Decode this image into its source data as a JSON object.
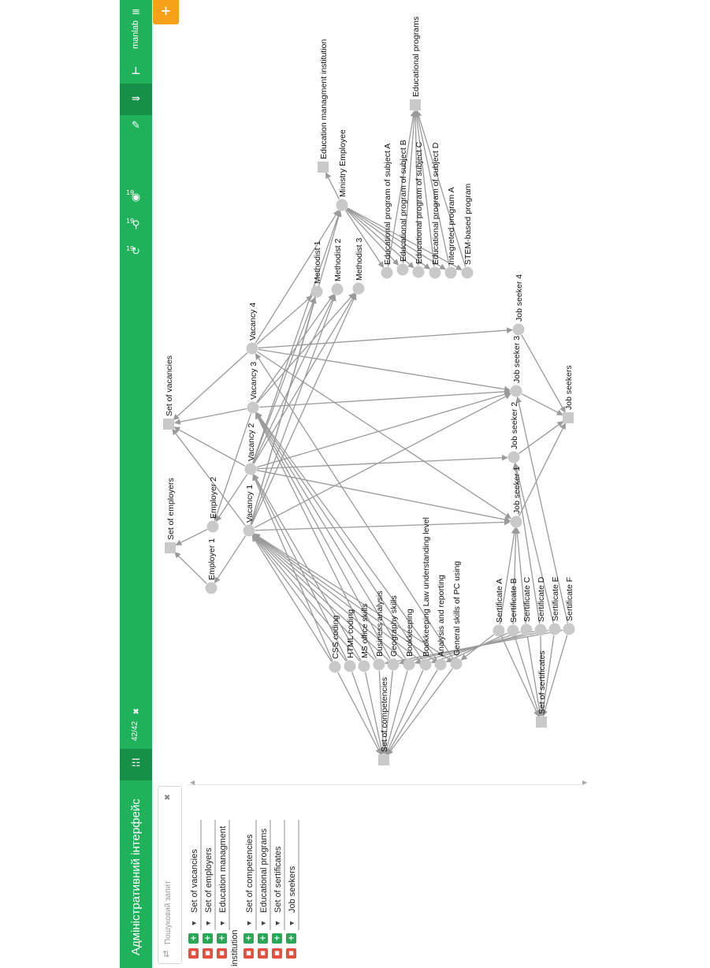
{
  "header": {
    "app_title": "Адміністративний інтерфейс",
    "results_count": "42/42",
    "user_name": "manlab",
    "badge_refresh": "19",
    "badge_search": "19",
    "badge_view": "19"
  },
  "search": {
    "placeholder": "Пошуковий запит"
  },
  "tree": {
    "items": [
      {
        "label": "Set of vacancies"
      },
      {
        "label": "Set of employers"
      },
      {
        "label": "Education managment",
        "label2": "institution"
      },
      {
        "label": "Set of competencies"
      },
      {
        "label": "Educational programs"
      },
      {
        "label": "Set of sertificates"
      },
      {
        "label": "Job seekers"
      }
    ]
  },
  "graph": {
    "nodes": [
      {
        "id": "set_employers",
        "label": "Set of employers",
        "shape": "square"
      },
      {
        "id": "employer1",
        "label": "Employer 1",
        "shape": "circle"
      },
      {
        "id": "employer2",
        "label": "Employer 2",
        "shape": "circle"
      },
      {
        "id": "set_vacancies",
        "label": "Set of vacancies",
        "shape": "square"
      },
      {
        "id": "vacancy1",
        "label": "Vacancy 1",
        "shape": "circle"
      },
      {
        "id": "vacancy2",
        "label": "Vacancy 2",
        "shape": "circle"
      },
      {
        "id": "vacancy3",
        "label": "Vacancy 3",
        "shape": "circle"
      },
      {
        "id": "vacancy4",
        "label": "Vacancy 4",
        "shape": "circle"
      },
      {
        "id": "methodist1",
        "label": "Methodist 1",
        "shape": "circle"
      },
      {
        "id": "methodist2",
        "label": "Methodist 2",
        "shape": "circle"
      },
      {
        "id": "methodist3",
        "label": "Methodist 3",
        "shape": "circle"
      },
      {
        "id": "edu_inst",
        "label": "Education managment institution",
        "shape": "square"
      },
      {
        "id": "ministry",
        "label": "Ministry Employee",
        "shape": "circle"
      },
      {
        "id": "progA",
        "label": "Educational program of subject A",
        "shape": "circle"
      },
      {
        "id": "progB",
        "label": "Educational program of subject B",
        "shape": "circle"
      },
      {
        "id": "progC",
        "label": "Educational program of subject C",
        "shape": "circle"
      },
      {
        "id": "progD",
        "label": "Educational program of subject D",
        "shape": "circle"
      },
      {
        "id": "intA",
        "label": "Integreted program A",
        "shape": "circle"
      },
      {
        "id": "stem",
        "label": "STEM-based program",
        "shape": "circle"
      },
      {
        "id": "edu_programs",
        "label": "Educational programs",
        "shape": "square"
      },
      {
        "id": "seeker1",
        "label": "Job seeker 1",
        "shape": "circle"
      },
      {
        "id": "seeker2",
        "label": "Job seeker 2",
        "shape": "circle"
      },
      {
        "id": "seeker3",
        "label": "Job seeker 3",
        "shape": "circle"
      },
      {
        "id": "seeker4",
        "label": "Job seeker 4",
        "shape": "circle"
      },
      {
        "id": "job_seekers",
        "label": "Job seekers",
        "shape": "square"
      },
      {
        "id": "set_comp",
        "label": "Set of competencies",
        "shape": "square"
      },
      {
        "id": "css",
        "label": "CSS coding",
        "shape": "circle"
      },
      {
        "id": "html",
        "label": "HTML coding",
        "shape": "circle"
      },
      {
        "id": "msoffice",
        "label": "MS office skills",
        "shape": "circle"
      },
      {
        "id": "business",
        "label": "Business analysis",
        "shape": "circle"
      },
      {
        "id": "geography",
        "label": "Geography skills",
        "shape": "circle"
      },
      {
        "id": "bookkeeping",
        "label": "Bookkeeping",
        "shape": "circle"
      },
      {
        "id": "bklaw",
        "label": "Bookkeeping Law understanding level",
        "shape": "circle"
      },
      {
        "id": "analysis",
        "label": "Analysis and reporting",
        "shape": "circle"
      },
      {
        "id": "general",
        "label": "General skills of PC using",
        "shape": "circle"
      },
      {
        "id": "set_cert",
        "label": "Set of sertificates",
        "shape": "square"
      },
      {
        "id": "certA",
        "label": "Sertificate A",
        "shape": "circle"
      },
      {
        "id": "certB",
        "label": "Sertificate B",
        "shape": "circle"
      },
      {
        "id": "certC",
        "label": "Sertificate C",
        "shape": "circle"
      },
      {
        "id": "certD",
        "label": "Sertificate D",
        "shape": "circle"
      },
      {
        "id": "certE",
        "label": "Sertificate E",
        "shape": "circle"
      },
      {
        "id": "certF",
        "label": "Sertificate F",
        "shape": "circle"
      }
    ],
    "edges": [
      [
        "employer1",
        "set_employers"
      ],
      [
        "employer2",
        "set_employers"
      ],
      [
        "vacancy1",
        "employer1"
      ],
      [
        "vacancy2",
        "employer2"
      ],
      [
        "vacancy3",
        "employer2"
      ],
      [
        "vacancy1",
        "set_vacancies"
      ],
      [
        "vacancy2",
        "set_vacancies"
      ],
      [
        "vacancy3",
        "set_vacancies"
      ],
      [
        "vacancy4",
        "set_vacancies"
      ],
      [
        "ministry",
        "edu_inst"
      ],
      [
        "progA",
        "edu_programs"
      ],
      [
        "progB",
        "edu_programs"
      ],
      [
        "progC",
        "edu_programs"
      ],
      [
        "progD",
        "edu_programs"
      ],
      [
        "intA",
        "edu_programs"
      ],
      [
        "stem",
        "edu_programs"
      ],
      [
        "ministry",
        "progA"
      ],
      [
        "ministry",
        "progB"
      ],
      [
        "ministry",
        "progC"
      ],
      [
        "ministry",
        "progD"
      ],
      [
        "ministry",
        "intA"
      ],
      [
        "ministry",
        "stem"
      ],
      [
        "vacancy1",
        "ministry"
      ],
      [
        "vacancy2",
        "ministry"
      ],
      [
        "vacancy4",
        "ministry"
      ],
      [
        "vacancy1",
        "methodist1"
      ],
      [
        "vacancy1",
        "methodist2"
      ],
      [
        "vacancy1",
        "methodist3"
      ],
      [
        "vacancy2",
        "methodist1"
      ],
      [
        "vacancy2",
        "methodist2"
      ],
      [
        "vacancy2",
        "methodist3"
      ],
      [
        "vacancy3",
        "methodist2"
      ],
      [
        "vacancy3",
        "methodist3"
      ],
      [
        "vacancy4",
        "methodist1"
      ],
      [
        "vacancy1",
        "seeker1"
      ],
      [
        "vacancy1",
        "seeker3"
      ],
      [
        "vacancy2",
        "seeker1"
      ],
      [
        "vacancy2",
        "seeker2"
      ],
      [
        "vacancy2",
        "seeker3"
      ],
      [
        "vacancy3",
        "seeker3"
      ],
      [
        "vacancy4",
        "seeker3"
      ],
      [
        "vacancy4",
        "seeker4"
      ],
      [
        "vacancy4",
        "seeker1"
      ],
      [
        "seeker1",
        "job_seekers"
      ],
      [
        "seeker2",
        "job_seekers"
      ],
      [
        "seeker3",
        "job_seekers"
      ],
      [
        "seeker4",
        "job_seekers"
      ],
      [
        "css",
        "set_comp"
      ],
      [
        "html",
        "set_comp"
      ],
      [
        "msoffice",
        "set_comp"
      ],
      [
        "business",
        "set_comp"
      ],
      [
        "geography",
        "set_comp"
      ],
      [
        "bookkeeping",
        "set_comp"
      ],
      [
        "bklaw",
        "set_comp"
      ],
      [
        "analysis",
        "set_comp"
      ],
      [
        "general",
        "set_comp"
      ],
      [
        "css",
        "vacancy1"
      ],
      [
        "html",
        "vacancy1"
      ],
      [
        "msoffice",
        "vacancy1"
      ],
      [
        "business",
        "vacancy1"
      ],
      [
        "geography",
        "vacancy1"
      ],
      [
        "bookkeeping",
        "vacancy1"
      ],
      [
        "bklaw",
        "vacancy1"
      ],
      [
        "analysis",
        "vacancy1"
      ],
      [
        "general",
        "vacancy1"
      ],
      [
        "css",
        "vacancy2"
      ],
      [
        "html",
        "vacancy2"
      ],
      [
        "msoffice",
        "vacancy2"
      ],
      [
        "business",
        "vacancy3"
      ],
      [
        "geography",
        "vacancy3"
      ],
      [
        "bookkeeping",
        "vacancy3"
      ],
      [
        "bklaw",
        "vacancy3"
      ],
      [
        "analysis",
        "vacancy3"
      ],
      [
        "general",
        "vacancy4"
      ],
      [
        "certA",
        "set_cert"
      ],
      [
        "certB",
        "set_cert"
      ],
      [
        "certC",
        "set_cert"
      ],
      [
        "certD",
        "set_cert"
      ],
      [
        "certE",
        "set_cert"
      ],
      [
        "certF",
        "set_cert"
      ],
      [
        "certA",
        "seeker1"
      ],
      [
        "certB",
        "seeker1"
      ],
      [
        "certC",
        "seeker1"
      ],
      [
        "certD",
        "seeker2"
      ],
      [
        "certE",
        "seeker2"
      ],
      [
        "certF",
        "seeker3"
      ],
      [
        "certA",
        "general"
      ],
      [
        "certB",
        "analysis"
      ],
      [
        "certC",
        "bklaw"
      ],
      [
        "certD",
        "bookkeeping"
      ],
      [
        "certE",
        "geography"
      ],
      [
        "certF",
        "business"
      ]
    ]
  }
}
